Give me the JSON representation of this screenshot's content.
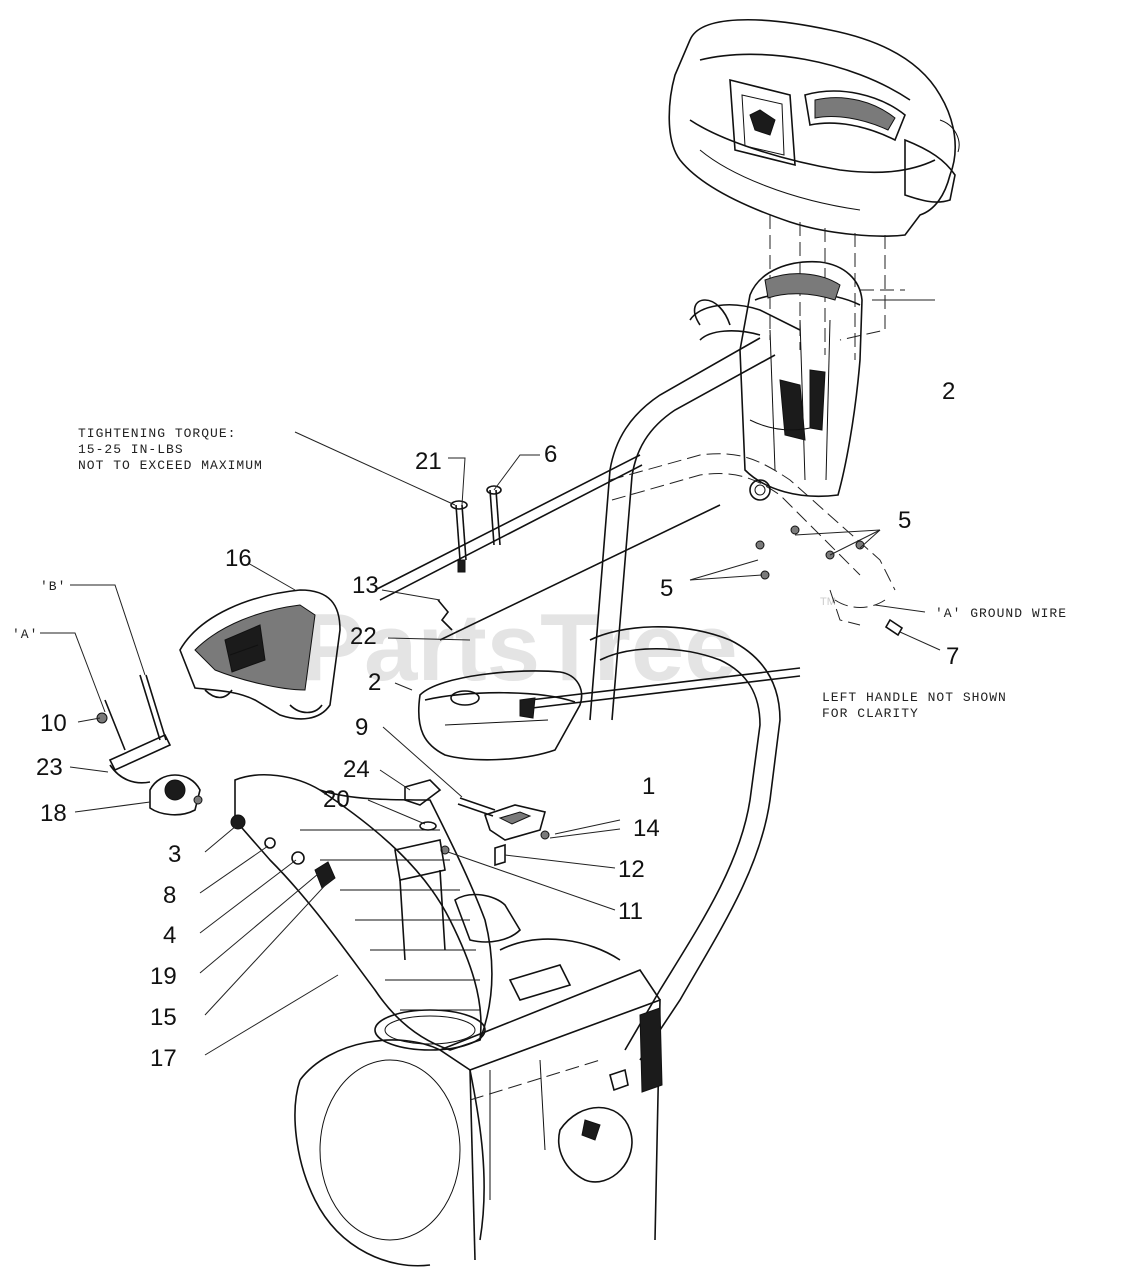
{
  "watermark": "PartsTree",
  "watermark_tm": "TM",
  "notes": {
    "torque_line1": "TIGHTENING TORQUE:",
    "torque_line2": "15-25 IN-LBS",
    "torque_line3": "NOT TO EXCEED MAXIMUM",
    "ground_wire": "'A' GROUND WIRE",
    "left_handle_line1": "LEFT HANDLE NOT SHOWN",
    "left_handle_line2": "FOR CLARITY",
    "ref_a": "'A'",
    "ref_b": "'B'"
  },
  "callouts": [
    {
      "id": "c1",
      "label": "1"
    },
    {
      "id": "c2a",
      "label": "2"
    },
    {
      "id": "c2b",
      "label": "2"
    },
    {
      "id": "c3",
      "label": "3"
    },
    {
      "id": "c4",
      "label": "4"
    },
    {
      "id": "c5a",
      "label": "5"
    },
    {
      "id": "c5b",
      "label": "5"
    },
    {
      "id": "c6",
      "label": "6"
    },
    {
      "id": "c7",
      "label": "7"
    },
    {
      "id": "c8",
      "label": "8"
    },
    {
      "id": "c9",
      "label": "9"
    },
    {
      "id": "c10",
      "label": "10"
    },
    {
      "id": "c11",
      "label": "11"
    },
    {
      "id": "c12",
      "label": "12"
    },
    {
      "id": "c13",
      "label": "13"
    },
    {
      "id": "c14",
      "label": "14"
    },
    {
      "id": "c15",
      "label": "15"
    },
    {
      "id": "c16",
      "label": "16"
    },
    {
      "id": "c17",
      "label": "17"
    },
    {
      "id": "c18",
      "label": "18"
    },
    {
      "id": "c19",
      "label": "19"
    },
    {
      "id": "c20",
      "label": "20"
    },
    {
      "id": "c21",
      "label": "21"
    },
    {
      "id": "c22",
      "label": "22"
    },
    {
      "id": "c23",
      "label": "23"
    },
    {
      "id": "c24",
      "label": "24"
    }
  ]
}
